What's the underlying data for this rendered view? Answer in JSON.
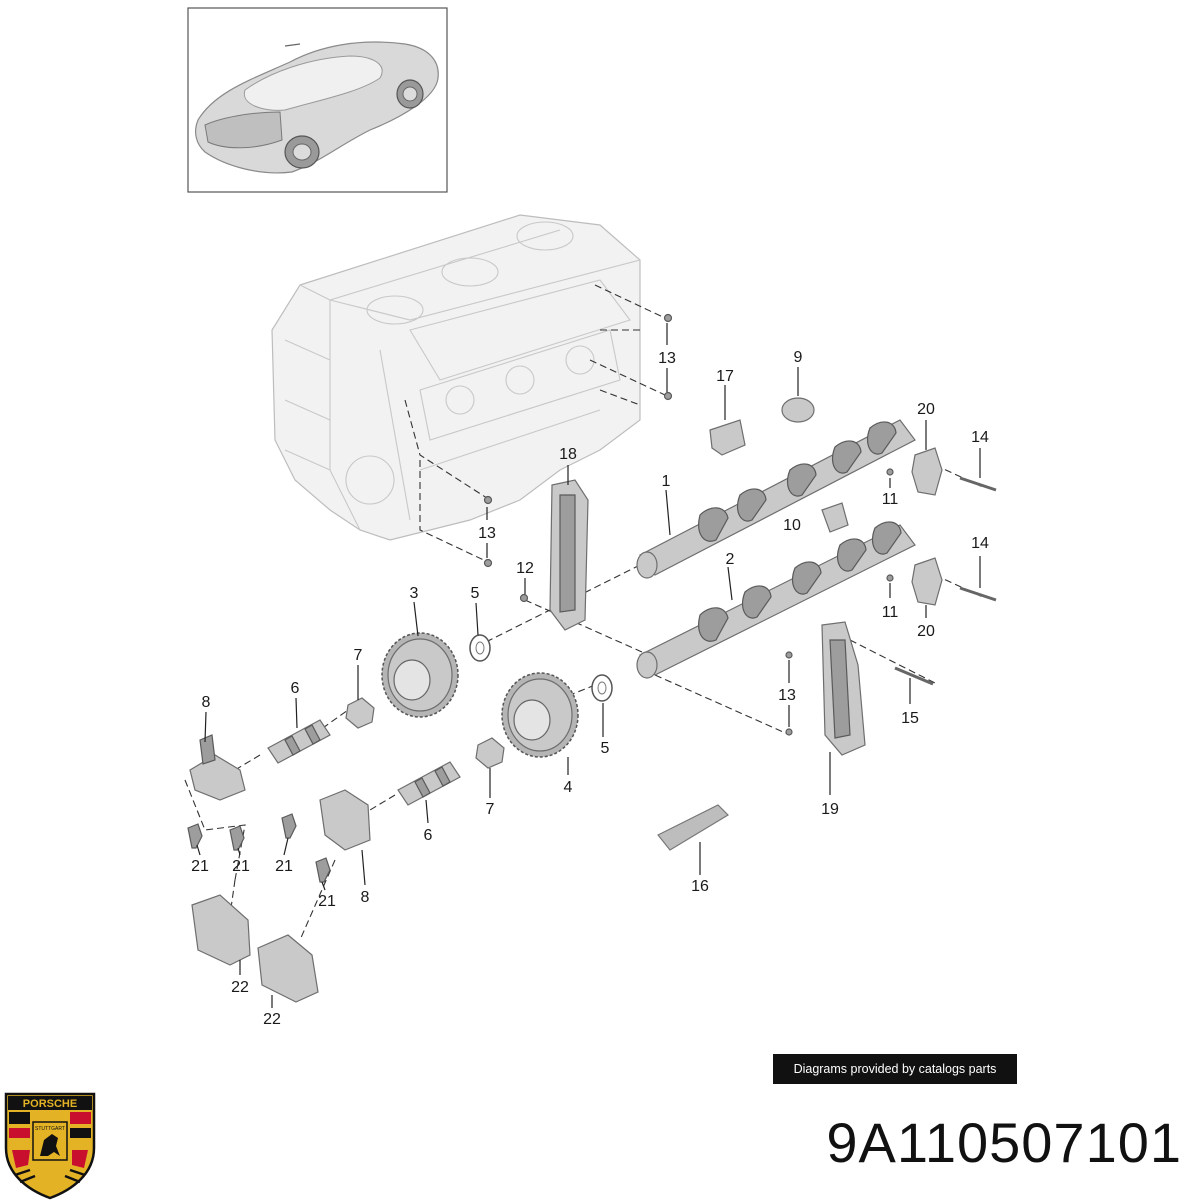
{
  "diagram": {
    "callouts": [
      {
        "id": "c1",
        "label": "1"
      },
      {
        "id": "c2",
        "label": "2"
      },
      {
        "id": "c3",
        "label": "3"
      },
      {
        "id": "c4",
        "label": "4"
      },
      {
        "id": "c5a",
        "label": "5"
      },
      {
        "id": "c5b",
        "label": "5"
      },
      {
        "id": "c6a",
        "label": "6"
      },
      {
        "id": "c6b",
        "label": "6"
      },
      {
        "id": "c7a",
        "label": "7"
      },
      {
        "id": "c7b",
        "label": "7"
      },
      {
        "id": "c8a",
        "label": "8"
      },
      {
        "id": "c8b",
        "label": "8"
      },
      {
        "id": "c9",
        "label": "9"
      },
      {
        "id": "c10",
        "label": "10"
      },
      {
        "id": "c11a",
        "label": "11"
      },
      {
        "id": "c11b",
        "label": "11"
      },
      {
        "id": "c12",
        "label": "12"
      },
      {
        "id": "c13a",
        "label": "13"
      },
      {
        "id": "c13b",
        "label": "13"
      },
      {
        "id": "c13c",
        "label": "13"
      },
      {
        "id": "c14a",
        "label": "14"
      },
      {
        "id": "c14b",
        "label": "14"
      },
      {
        "id": "c15",
        "label": "15"
      },
      {
        "id": "c16",
        "label": "16"
      },
      {
        "id": "c17",
        "label": "17"
      },
      {
        "id": "c18",
        "label": "18"
      },
      {
        "id": "c19",
        "label": "19"
      },
      {
        "id": "c20a",
        "label": "20"
      },
      {
        "id": "c20b",
        "label": "20"
      },
      {
        "id": "c21a",
        "label": "21"
      },
      {
        "id": "c21b",
        "label": "21"
      },
      {
        "id": "c21c",
        "label": "21"
      },
      {
        "id": "c21d",
        "label": "21"
      },
      {
        "id": "c22a",
        "label": "22"
      },
      {
        "id": "c22b",
        "label": "22"
      }
    ]
  },
  "credit": {
    "text": "Diagrams provided by catalogs parts"
  },
  "part_number": "9A110507101",
  "brand": {
    "crest_text": "PORSCHE",
    "crest_city": "STUTTGART"
  },
  "colors": {
    "crest_red": "#c8102e",
    "crest_gold": "#e3b325",
    "crest_black": "#111111"
  }
}
